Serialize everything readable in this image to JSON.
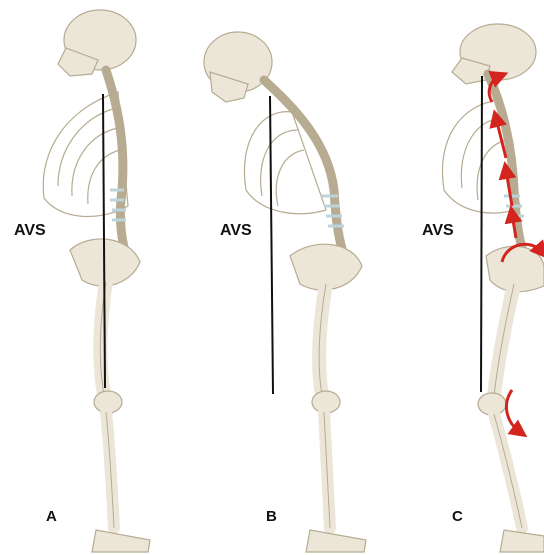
{
  "colors": {
    "bone": "#ece6d8",
    "bone_stroke": "#b7ab92",
    "disc": "#bcd4dc",
    "line": "#111111",
    "arrow": "#d3251e"
  },
  "panels": [
    {
      "letter": "A",
      "axis_label": "AVS",
      "posture": "upright"
    },
    {
      "letter": "B",
      "axis_label": "AVS",
      "posture": "hyperkyphosis"
    },
    {
      "letter": "C",
      "axis_label": "AVS",
      "posture": "hyperkyphosis with compensation",
      "arrows": [
        "curved-arrow-icon",
        "up-arrow-icon",
        "rotation-arrow-icon"
      ]
    }
  ]
}
